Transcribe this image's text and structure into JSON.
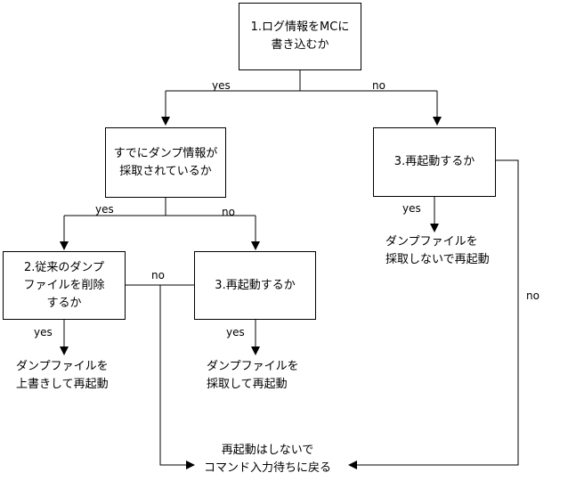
{
  "nodes": {
    "q1": "1.ログ情報をMCに\n書き込むか",
    "q_dump_taken": "すでにダンプ情報が\n採取されているか",
    "q_reboot_right": "3.再起動するか",
    "q2_delete": "2.従来のダンプ\nファイルを削除\nするか",
    "q_reboot_mid": "3.再起動するか"
  },
  "edge_labels": {
    "yes_top": "yes",
    "no_top": "no",
    "yes_mid": "yes",
    "no_mid": "no",
    "yes_right": "yes",
    "no_right": "no",
    "no_left": "no",
    "yes_left": "yes",
    "yes_mid_lower": "yes"
  },
  "outcomes": {
    "overwrite_reboot": "ダンプファイルを\n上書きして再起動",
    "collect_reboot": "ダンプファイルを\n採取して再起動",
    "no_collect_reboot": "ダンプファイルを\n採取しないで再起動",
    "return_command": "再起動はしないで\nコマンド入力待ちに戻る"
  }
}
